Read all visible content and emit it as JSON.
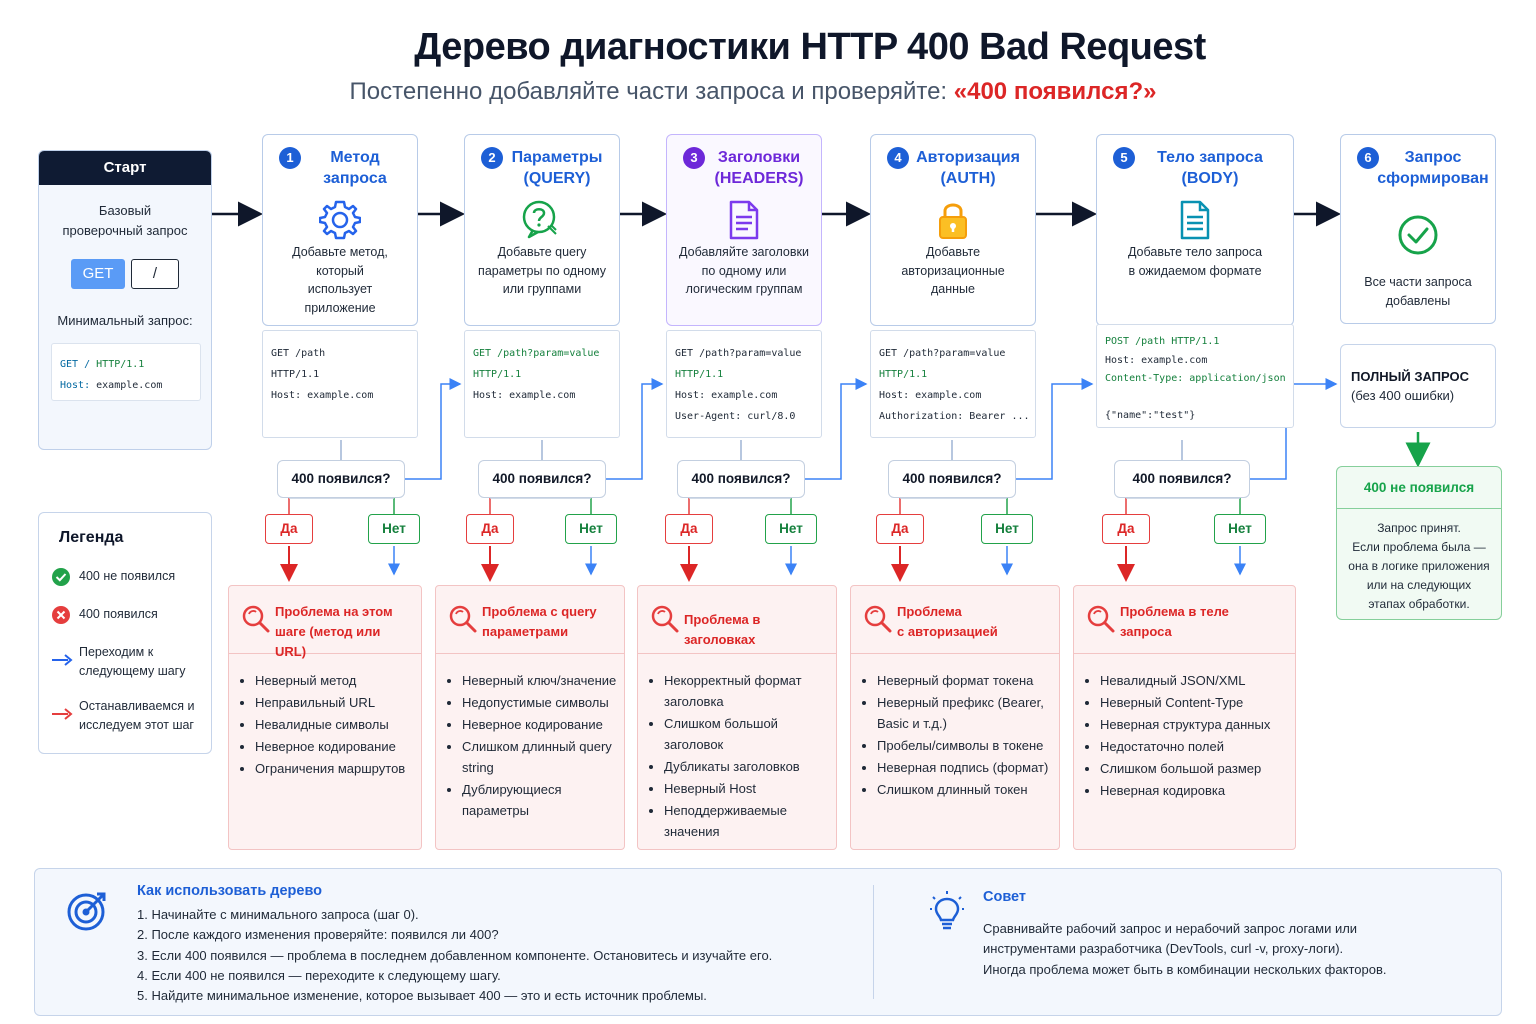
{
  "title": "Дерево диагностики HTTP 400 Bad Request",
  "subtitle": {
    "text": "Постепенно добавляйте части запроса и проверяйте: ",
    "highlight": "«400 появился?»"
  },
  "start": {
    "header": "Старт",
    "desc_line1": "Базовый",
    "desc_line2": "проверочный запрос",
    "method": "GET",
    "path": "/",
    "min_label": "Минимальный запрос:",
    "code": {
      "l1_method": "GET",
      "l1_path": "/",
      "l1_proto": "HTTP/1.1",
      "l2_key": "Host:",
      "l2_val": "example.com"
    }
  },
  "question_label": "400 появился?",
  "yes_label": "Да",
  "no_label": "Нет",
  "steps": [
    {
      "num": "1",
      "title1": "Метод",
      "title2": "запроса",
      "desc": [
        "Добавьте метод,",
        "который",
        "использует",
        "приложение"
      ],
      "code": [
        "GET /path",
        "HTTP/1.1",
        "Host: example.com"
      ],
      "problem_title": [
        "Проблема на этом",
        "шаге (метод или URL)"
      ],
      "items": [
        "Неверный метод",
        "Неправильный URL",
        "Невалидные символы",
        "Неверное кодирование",
        "Ограничения маршрутов"
      ]
    },
    {
      "num": "2",
      "title1": "Параметры",
      "title2": "(QUERY)",
      "desc": [
        "Добавьте query",
        "параметры по одному",
        "или группами"
      ],
      "code": [
        "GET /path?param=value",
        "HTTP/1.1",
        "Host: example.com"
      ],
      "problem_title": [
        "Проблема с query",
        "параметрами"
      ],
      "items": [
        "Неверный ключ/значение",
        "Недопустимые символы",
        "Неверное кодирование",
        "Слишком длинный query string",
        "Дублирующиеся параметры"
      ]
    },
    {
      "num": "3",
      "title1": "Заголовки",
      "title2": "(HEADERS)",
      "desc": [
        "Добавляйте заголовки",
        "по одному или",
        "логическим группам"
      ],
      "code": [
        "GET /path?param=value",
        "HTTP/1.1",
        "Host: example.com",
        "User-Agent: curl/8.0"
      ],
      "problem_title": [
        "Проблема в заголовках"
      ],
      "items": [
        "Некорректный формат заголовка",
        "Слишком большой заголовок",
        "Дубликаты заголовков",
        "Неверный Host",
        "Неподдерживаемые значения"
      ]
    },
    {
      "num": "4",
      "title1": "Авторизация",
      "title2": "(AUTH)",
      "desc": [
        "Добавьте",
        "авторизационные",
        "данные"
      ],
      "code": [
        "GET /path?param=value",
        "HTTP/1.1",
        "Host: example.com",
        "Authorization: Bearer ..."
      ],
      "problem_title": [
        "Проблема",
        "с авторизацией"
      ],
      "items": [
        "Неверный формат токена",
        "Неверный префикс (Bearer, Basic и т.д.)",
        "Пробелы/символы в токене",
        "Неверная подпись (формат)",
        "Слишком длинный токен"
      ]
    },
    {
      "num": "5",
      "title1": "Тело запроса",
      "title2": "(BODY)",
      "desc": [
        "Добавьте тело запроса",
        "в ожидаемом формате"
      ],
      "code": [
        "POST /path HTTP/1.1",
        "Host: example.com",
        "Content-Type: application/json",
        "",
        "{\"name\":\"test\"}"
      ],
      "problem_title": [
        "Проблема в теле",
        "запроса"
      ],
      "items": [
        "Невалидный JSON/XML",
        "Неверный Content-Type",
        "Неверная структура данных",
        "Недостаточно полей",
        "Слишком большой размер",
        "Неверная кодировка"
      ]
    }
  ],
  "final": {
    "num": "6",
    "title1": "Запрос",
    "title2": "сформирован",
    "desc": [
      "Все части запроса",
      "добавлены"
    ],
    "full_req1": "ПОЛНЫЙ ЗАПРОС",
    "full_req2": "(без 400 ошибки)",
    "no400_title": "400 не появился",
    "no400_text": [
      "Запрос принят.",
      "Если проблема была —",
      "она в логике приложения",
      "или на следующих",
      "этапах обработки."
    ]
  },
  "legend": {
    "title": "Легенда",
    "items": [
      {
        "icon": "check-circle-icon",
        "text": [
          "400 не появился"
        ]
      },
      {
        "icon": "x-circle-icon",
        "text": [
          "400 появился"
        ]
      },
      {
        "icon": "blue-arrow-icon",
        "text": [
          "Переходим к",
          "следующему шагу"
        ]
      },
      {
        "icon": "red-arrow-icon",
        "text": [
          "Останавливаемся и",
          "исследуем этот шаг"
        ]
      }
    ]
  },
  "howto": {
    "title": "Как использовать дерево",
    "steps": [
      "1. Начинайте с минимального запроса (шаг 0).",
      "2. После каждого изменения проверяйте: появился ли 400?",
      "3. Если 400 появился — проблема в последнем добавленном компоненте. Остановитесь и изучайте его.",
      "4. Если 400 не появился — переходите к следующему шагу.",
      "5. Найдите минимальное изменение, которое вызывает 400 — это и есть источник проблемы."
    ]
  },
  "tip": {
    "title": "Совет",
    "lines": [
      "Сравнивайте рабочий запрос и нерабочий запрос логами или",
      "инструментами разработчика (DevTools, curl -v, proxy-логи).",
      "Иногда проблема может быть в комбинации нескольких факторов."
    ]
  },
  "colors": {
    "accent": "#1d5fd6",
    "danger": "#dc2626",
    "success": "#16a34a",
    "dark": "#0f1b33"
  }
}
